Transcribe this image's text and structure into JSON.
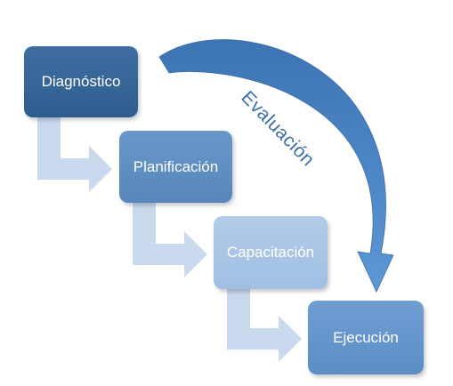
{
  "steps": [
    {
      "label": "Diagnóstico"
    },
    {
      "label": "Planificación"
    },
    {
      "label": "Capacitación"
    },
    {
      "label": "Ejecución"
    }
  ],
  "cycle_label": "Evaluación",
  "colors": {
    "step_1": "#2e5c8e",
    "step_2": "#5686bb",
    "step_3": "#a1bfe2",
    "step_4": "#5b8dc6",
    "connector": "#c9d9ee",
    "curve_arrow": "#4a82c0",
    "cycle_text": "#3a6ea8"
  }
}
